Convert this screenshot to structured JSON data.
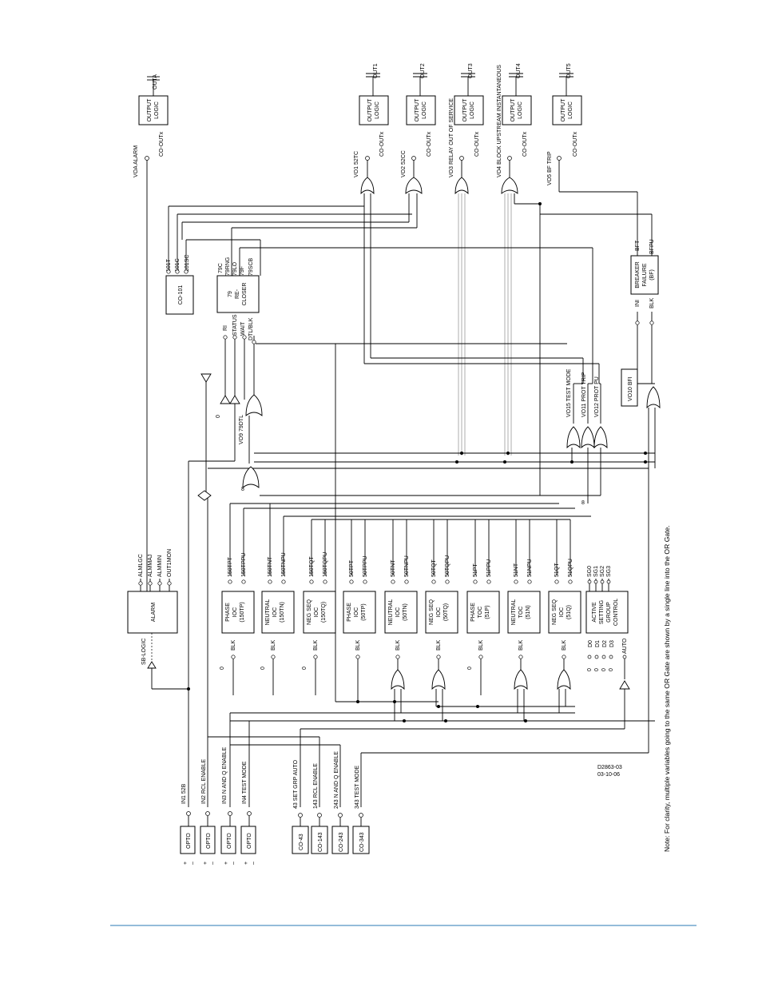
{
  "diagram": {
    "drawing_id": "D2863-03",
    "drawing_date": "03-10-06",
    "note": "Note: For clarity, multiple variables going to the same OR Gate are shown by a single line into the OR Gate.",
    "outputs": [
      {
        "out": "OUTA",
        "block": [
          "OUTPUT",
          "LOGIC"
        ],
        "co": "CO-OUTx",
        "vo": "VOA ALARM"
      },
      {
        "out": "OUT1",
        "block": [
          "OUTPUT",
          "LOGIC"
        ],
        "co": "CO-OUTx",
        "vo": "VO1 52TC"
      },
      {
        "out": "OUT2",
        "block": [
          "OUTPUT",
          "LOGIC"
        ],
        "co": "CO-OUTx",
        "vo": "VO2 52CC"
      },
      {
        "out": "OUT3",
        "block": [
          "OUTPUT",
          "LOGIC"
        ],
        "co": "CO-OUTx",
        "vo": "VO3 RELAY OUT OF SERVICE"
      },
      {
        "out": "OUT4",
        "block": [
          "OUTPUT",
          "LOGIC"
        ],
        "co": "CO-OUTx",
        "vo": "VO4 BLOCK UPSTREAM INSTANTANEOUS"
      },
      {
        "out": "OUT5",
        "block": [
          "OUTPUT",
          "LOGIC"
        ],
        "co": "CO-OUTx",
        "vo": "VO5 BF TRIP"
      }
    ],
    "co101": {
      "name": "CO-101",
      "pins": [
        "101T",
        "101C",
        "101SC"
      ]
    },
    "recloser": {
      "name": [
        "79",
        "RE-",
        "CLOSER"
      ],
      "out_pins": [
        "79C",
        "79RNG",
        "79LO",
        "79F",
        "79SCB"
      ],
      "in_pins": [
        "RI",
        "STATUS",
        "WAIT",
        "DTL/BLK"
      ]
    },
    "breaker_failure": {
      "name": [
        "BREAKER",
        "FAILURE",
        "(BF)"
      ],
      "out_pins": [
        "BFT",
        "BFPU"
      ],
      "in_pins": [
        "INI",
        "BLK"
      ]
    },
    "virtual_outputs": [
      "VO15 TEST MODE",
      "VO11 PROT TRIP",
      "VO12 PROT PU",
      "VO10 BFI",
      "VO9 79DTL"
    ],
    "alarm": {
      "name": "ALARM",
      "pins": [
        "ALMLGC",
        "ALMMAJ",
        "ALMMIN",
        "OUT1MON"
      ],
      "input": "SB-LOGIC"
    },
    "elements": [
      {
        "name": [
          "PHASE",
          "IOC",
          "(150TP)"
        ],
        "outs": [
          "150TPT",
          "150TPPU"
        ],
        "blk": "BLK"
      },
      {
        "name": [
          "NEUTRAL",
          "IOC",
          "(150TN)"
        ],
        "outs": [
          "150TNT",
          "150TNPU"
        ],
        "blk": "BLK"
      },
      {
        "name": [
          "NEG SEQ",
          "IOC",
          "(150TQ)"
        ],
        "outs": [
          "150TQT",
          "150TQPU"
        ],
        "blk": "BLK"
      },
      {
        "name": [
          "PHASE",
          "IOC",
          "(50TP)"
        ],
        "outs": [
          "50TPT",
          "50TPPU"
        ],
        "blk": "BLK"
      },
      {
        "name": [
          "NEUTRAL",
          "IOC",
          "(50TN)"
        ],
        "outs": [
          "50TNT",
          "50TNPU"
        ],
        "blk": "BLK"
      },
      {
        "name": [
          "NEG SEQ",
          "IOC",
          "(50TQ)"
        ],
        "outs": [
          "50TQT",
          "50TQPU"
        ],
        "blk": "BLK"
      },
      {
        "name": [
          "PHASE",
          "TOC",
          "(51P)"
        ],
        "outs": [
          "51PT",
          "51PPU"
        ],
        "blk": "BLK"
      },
      {
        "name": [
          "NEUTRAL",
          "TOC",
          "(51N)"
        ],
        "outs": [
          "51NT",
          "51NPU"
        ],
        "blk": "BLK"
      },
      {
        "name": [
          "NEG SEQ",
          "IOC",
          "(51Q)"
        ],
        "outs": [
          "51QT",
          "51QPU"
        ],
        "blk": "BLK"
      }
    ],
    "setting_group": {
      "name": [
        "ACTIVE",
        "SETTING",
        "GROUP",
        "CONTROL"
      ],
      "outs": [
        "SG0",
        "SG1",
        "SG2",
        "SG3"
      ],
      "ins": [
        "D0",
        "D1",
        "D2",
        "D3",
        "AUTO"
      ]
    },
    "inputs": [
      {
        "block": "OPTO",
        "label": "IN1 52B"
      },
      {
        "block": "OPTO",
        "label": "IN2 RCL ENABLE"
      },
      {
        "block": "OPTO",
        "label": "IN3 N AND Q ENABLE"
      },
      {
        "block": "OPTO",
        "label": "IN4 TEST MODE"
      }
    ],
    "control_outputs": [
      {
        "block": "CO-43",
        "label": "43 SET GRP AUTO"
      },
      {
        "block": "CO-143",
        "label": "143 RCL ENABLE"
      },
      {
        "block": "CO-243",
        "label": "243 N AND Q ENABLE"
      },
      {
        "block": "CO-343",
        "label": "343 TEST MODE"
      }
    ],
    "plus_minus": [
      "+",
      "–"
    ],
    "zero": "0",
    "small_marks": [
      "8",
      "8"
    ]
  }
}
